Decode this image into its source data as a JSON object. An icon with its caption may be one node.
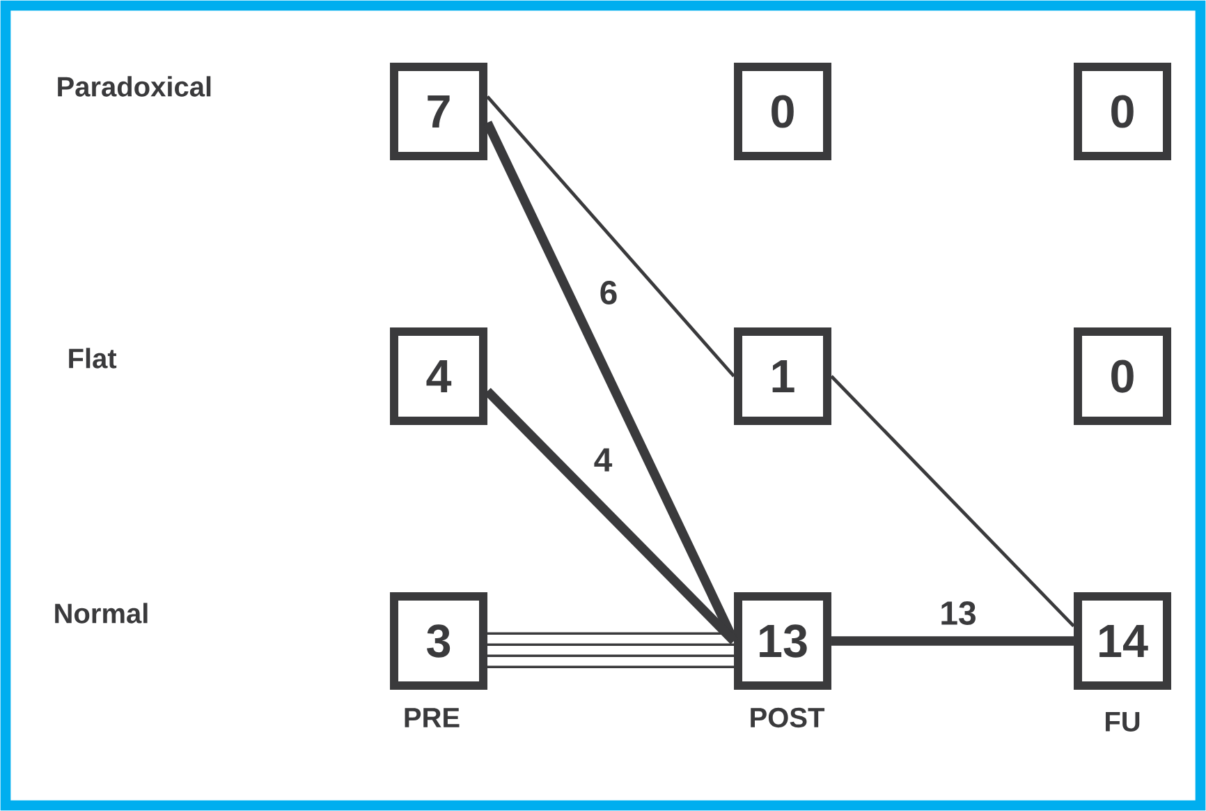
{
  "diagram": {
    "nodes": [
      {
        "text": [
          "7"
        ]
      },
      {
        "text": [
          "0"
        ]
      },
      {
        "text": [
          "0"
        ]
      },
      {
        "text": [
          "4"
        ]
      },
      {
        "text": [
          "1"
        ]
      },
      {
        "text": [
          "0"
        ]
      },
      {
        "text": [
          "3"
        ]
      },
      {
        "text": [
          "13"
        ]
      },
      {
        "text": [
          "14"
        ]
      }
    ],
    "edges": [
      {
        "from": 0,
        "to": 7,
        "arrow": "none",
        "label": "6",
        "style": "thick"
      },
      {
        "from": 0,
        "to": 4,
        "arrow": "none"
      },
      {
        "from": 3,
        "to": 7,
        "arrow": "none",
        "label": "4",
        "style": "thick"
      },
      {
        "from": 4,
        "to": 8,
        "arrow": "none"
      },
      {
        "from": 6,
        "to": 7,
        "arrow": "none"
      },
      {
        "from": 7,
        "to": 8,
        "arrow": "none",
        "label": "13",
        "style": "thick"
      }
    ],
    "labels": [
      "Paradoxical",
      "Flat",
      "Normal",
      "PRE",
      "POST",
      "FU"
    ]
  }
}
